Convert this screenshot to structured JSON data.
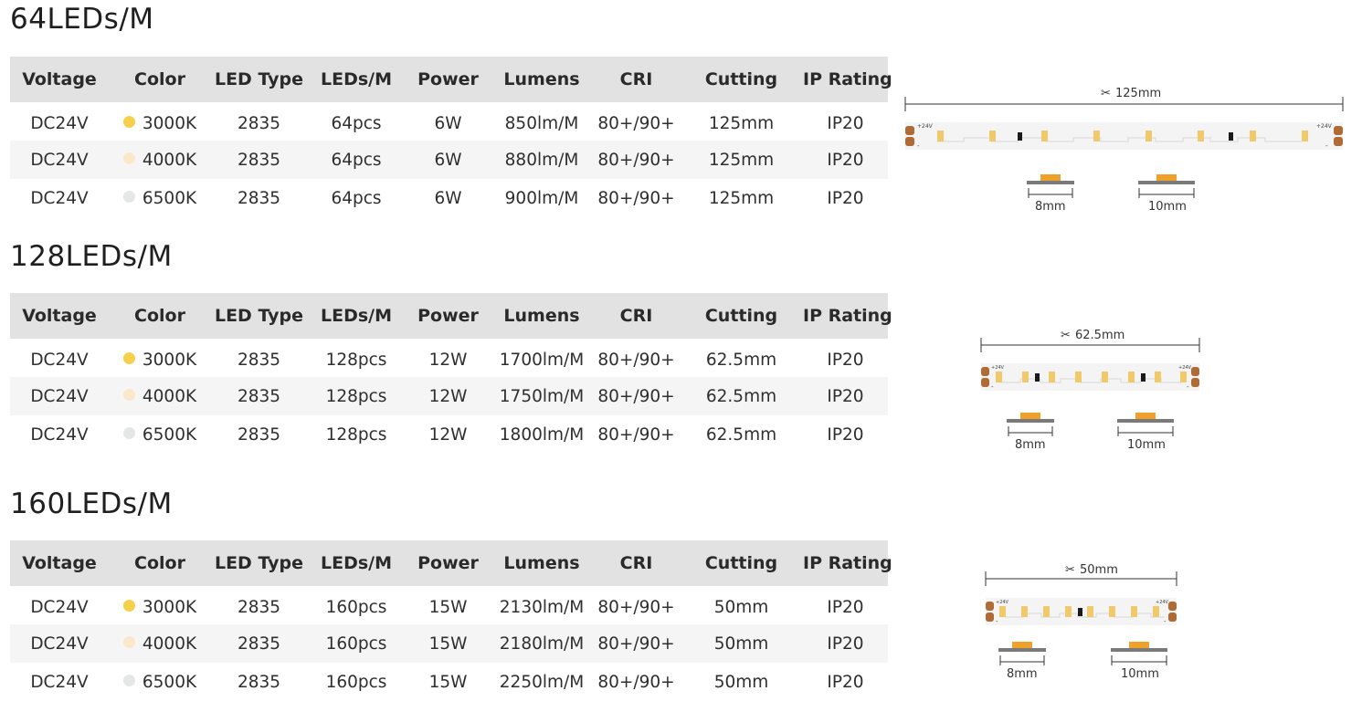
{
  "headers": [
    "Voltage",
    "Color",
    "LED Type",
    "LEDs/M",
    "Power",
    "Lumens",
    "CRI",
    "Cutting",
    "IP Rating"
  ],
  "swatches": {
    "3000K": "#f6d04d",
    "4000K": "#fbe8cb",
    "6500K": "#e3e7e6"
  },
  "sections": [
    {
      "title": "64LEDs/M",
      "rows": [
        [
          "DC24V",
          "3000K",
          "2835",
          "64pcs",
          "6W",
          "850lm/M",
          "80+/90+",
          "125mm",
          "IP20"
        ],
        [
          "DC24V",
          "4000K",
          "2835",
          "64pcs",
          "6W",
          "880lm/M",
          "80+/90+",
          "125mm",
          "IP20"
        ],
        [
          "DC24V",
          "6500K",
          "2835",
          "64pcs",
          "6W",
          "900lm/M",
          "80+/90+",
          "125mm",
          "IP20"
        ]
      ],
      "diagram": {
        "cut_label": "125mm",
        "voltage_label": "+24V",
        "minus_label": "-",
        "width_8": "8mm",
        "width_10": "10mm"
      }
    },
    {
      "title": "128LEDs/M",
      "rows": [
        [
          "DC24V",
          "3000K",
          "2835",
          "128pcs",
          "12W",
          "1700lm/M",
          "80+/90+",
          "62.5mm",
          "IP20"
        ],
        [
          "DC24V",
          "4000K",
          "2835",
          "128pcs",
          "12W",
          "1750lm/M",
          "80+/90+",
          "62.5mm",
          "IP20"
        ],
        [
          "DC24V",
          "6500K",
          "2835",
          "128pcs",
          "12W",
          "1800lm/M",
          "80+/90+",
          "62.5mm",
          "IP20"
        ]
      ],
      "diagram": {
        "cut_label": "62.5mm",
        "voltage_label": "+24V",
        "minus_label": "-",
        "width_8": "8mm",
        "width_10": "10mm"
      }
    },
    {
      "title": "160LEDs/M",
      "rows": [
        [
          "DC24V",
          "3000K",
          "2835",
          "160pcs",
          "15W",
          "2130lm/M",
          "80+/90+",
          "50mm",
          "IP20"
        ],
        [
          "DC24V",
          "4000K",
          "2835",
          "160pcs",
          "15W",
          "2180lm/M",
          "80+/90+",
          "50mm",
          "IP20"
        ],
        [
          "DC24V",
          "6500K",
          "2835",
          "160pcs",
          "15W",
          "2250lm/M",
          "80+/90+",
          "50mm",
          "IP20"
        ]
      ],
      "diagram": {
        "cut_label": "50mm",
        "voltage_label": "+24V",
        "minus_label": "-",
        "width_8": "8mm",
        "width_10": "10mm"
      }
    }
  ]
}
